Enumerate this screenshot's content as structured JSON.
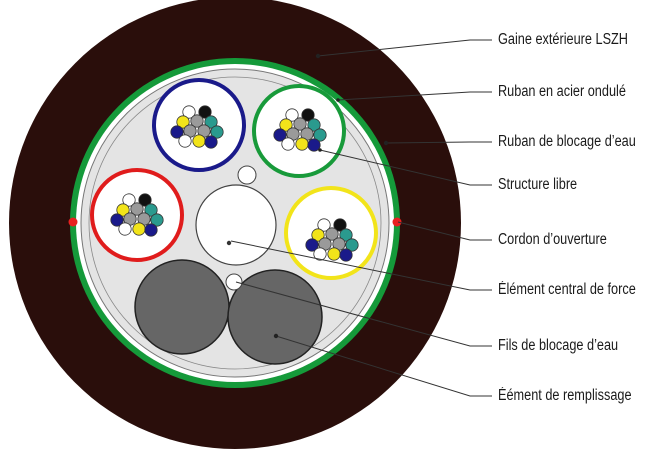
{
  "colors": {
    "jacket": "#2a0e0b",
    "armor_ring": "#159a3a",
    "core_fill": "#e4e4e4",
    "ripcord": "#e8201f",
    "filler": "#666666",
    "tube_blue": "#1a1a8a",
    "tube_green": "#189a3a",
    "tube_red": "#e01c1c",
    "tube_yellow": "#f2e41a",
    "leader_line": "#333333"
  },
  "fiber_colors": [
    "#1a1a8a",
    "#f2e41a",
    "#2a9a8e",
    "#ffffff",
    "#111111",
    "#9a9a9a"
  ],
  "labels": [
    {
      "key": "jacket",
      "text": "Gaine extérieure LSZH"
    },
    {
      "key": "armor",
      "text": "Ruban en acier ondulé"
    },
    {
      "key": "water_tape",
      "text": "Ruban de blocage d’eau"
    },
    {
      "key": "loose_tube",
      "text": "Structure libre"
    },
    {
      "key": "ripcord",
      "text": "Cordon d’ouverture"
    },
    {
      "key": "strength",
      "text": "Élément central de force"
    },
    {
      "key": "water_yarn",
      "text": "Fils de blocage d’eau"
    },
    {
      "key": "filler",
      "text": "Éément de remplissage"
    }
  ]
}
